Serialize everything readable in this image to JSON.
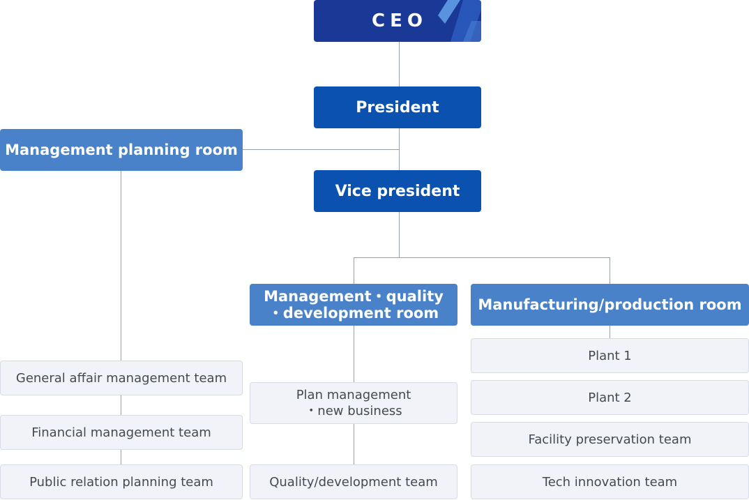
{
  "org": {
    "ceo": "CEO",
    "president": "President",
    "vice_president": "Vice president",
    "rooms": {
      "planning": "Management planning room",
      "quality_line1": "Management・quality",
      "quality_line2": "・development room",
      "manufacturing": "Manufacturing/production room"
    },
    "planning_teams": [
      "General affair management team",
      "Financial management team",
      "Public relation planning team"
    ],
    "quality_teams": {
      "plan_line1": "Plan management",
      "plan_line2": "・new business",
      "quality_dev": "Quality/development team"
    },
    "manufacturing_teams": [
      "Plant 1",
      "Plant 2",
      "Facility preservation team",
      "Tech innovation team"
    ]
  },
  "colors": {
    "ceo": "#1a3896",
    "executive": "#0b52b0",
    "room": "#4a82c9",
    "team_bg": "#f1f3f9",
    "connector": "#9aa0a8"
  }
}
